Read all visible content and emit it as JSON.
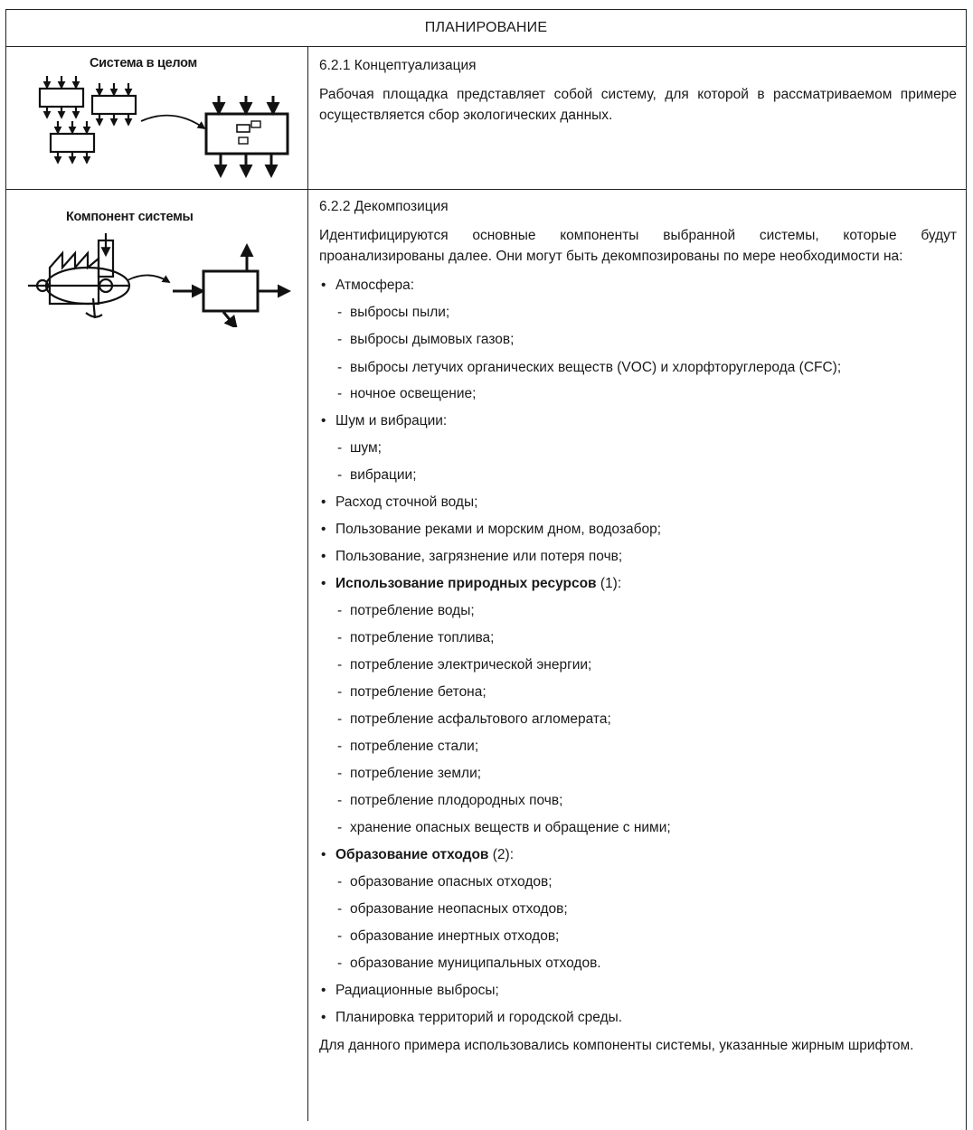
{
  "header": {
    "title": "ПЛАНИРОВАНИЕ"
  },
  "section1": {
    "figure_title": "Система в целом",
    "heading": "6.2.1 Концептуализация",
    "text": "Рабочая площадка представляет собой систему, для которой в рассматриваемом примере осуществляется сбор экологических данных."
  },
  "section2": {
    "figure_title": "Компонент системы",
    "heading": "6.2.2 Декомпозиция",
    "intro": "Идентифицируются основные компоненты выбранной системы, которые будут проанализированы далее. Они могут быть декомпозированы по мере необходимости на:",
    "items": [
      {
        "level": 1,
        "text": "Атмосфера:"
      },
      {
        "level": 2,
        "text": "выбросы пыли;"
      },
      {
        "level": 2,
        "text": "выбросы дымовых газов;"
      },
      {
        "level": 2,
        "text": "выбросы летучих органических веществ (VOC) и хлорфторуглерода (CFC);"
      },
      {
        "level": 2,
        "text": "ночное освещение;"
      },
      {
        "level": 1,
        "text": "Шум и вибрации:"
      },
      {
        "level": 2,
        "text": "шум;"
      },
      {
        "level": 2,
        "text": "вибрации;"
      },
      {
        "level": 1,
        "text": "Расход сточной воды;"
      },
      {
        "level": 1,
        "text": "Пользование реками и морским дном, водозабор;"
      },
      {
        "level": 1,
        "text": "Пользование, загрязнение или потеря почв;"
      },
      {
        "level": 1,
        "text": "Использование природных ресурсов",
        "suffix": " (1):",
        "bold": true
      },
      {
        "level": 2,
        "text": "потребление воды;"
      },
      {
        "level": 2,
        "text": "потребление топлива;"
      },
      {
        "level": 2,
        "text": "потребление электрической энергии;"
      },
      {
        "level": 2,
        "text": "потребление бетона;"
      },
      {
        "level": 2,
        "text": "потребление асфальтового агломерата;"
      },
      {
        "level": 2,
        "text": "потребление стали;"
      },
      {
        "level": 2,
        "text": "потребление земли;"
      },
      {
        "level": 2,
        "text": "потребление плодородных почв;"
      },
      {
        "level": 2,
        "text": "хранение опасных веществ и обращение с ними;"
      },
      {
        "level": 1,
        "text": "Образование отходов",
        "suffix": " (2):",
        "bold": true
      },
      {
        "level": 2,
        "text": "образование опасных отходов;"
      },
      {
        "level": 2,
        "text": "образование неопасных отходов;"
      },
      {
        "level": 2,
        "text": "образование инертных отходов;"
      },
      {
        "level": 2,
        "text": "образование муниципальных отходов."
      },
      {
        "level": 1,
        "text": "Радиационные выбросы;"
      },
      {
        "level": 1,
        "text": "Планировка территорий и городской среды."
      }
    ],
    "closing": "Для данного примера использовались компоненты системы, указанные жирным шрифтом."
  }
}
